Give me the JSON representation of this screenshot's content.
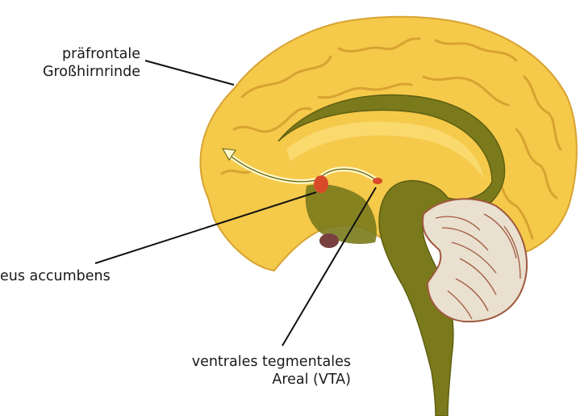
{
  "labels": {
    "prefrontal": {
      "line1": "präfrontale",
      "line2": "Großhirnrinde"
    },
    "accumbens": {
      "text": "eus accumbens"
    },
    "vta": {
      "line1": "ventrales tegmentales",
      "line2": "Areal (VTA)"
    }
  },
  "colors": {
    "cortex": "#f5c94a",
    "cortex_light": "#fde58a",
    "cortex_shadow": "#d8a332",
    "inner": "#7a7a1c",
    "inner_dark": "#5f5f12",
    "cerebellum": "#e9e0cf",
    "cerebellum_line": "#a0583f",
    "nucleus": "#d94a2a",
    "pituitary": "#7a4040",
    "pointer": "#111111"
  }
}
